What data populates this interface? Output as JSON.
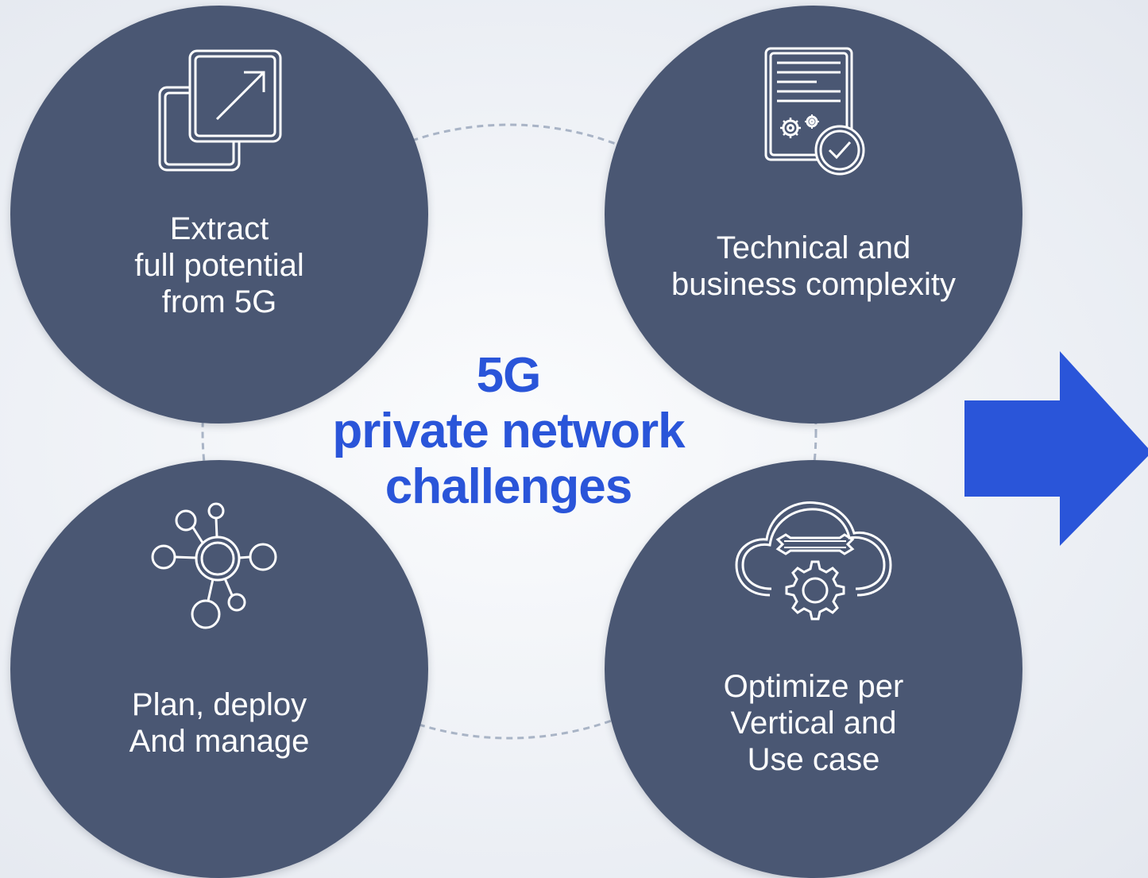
{
  "center_title": "5G\nprivate network\nchallenges",
  "colors": {
    "circle_fill": "#4a5773",
    "accent_blue": "#2a55d9",
    "icon_stroke": "#ffffff",
    "ring_dash": "#a9b4c6"
  },
  "challenges": [
    {
      "label": "Extract\nfull potential\nfrom 5G",
      "icon": "external-link-icon"
    },
    {
      "label": "Technical and\nbusiness complexity",
      "icon": "document-settings-check-icon"
    },
    {
      "label": "Plan, deploy\nAnd manage",
      "icon": "network-hub-icon"
    },
    {
      "label": "Optimize per\nVertical and\nUse case",
      "icon": "cloud-wrench-gear-icon"
    }
  ]
}
